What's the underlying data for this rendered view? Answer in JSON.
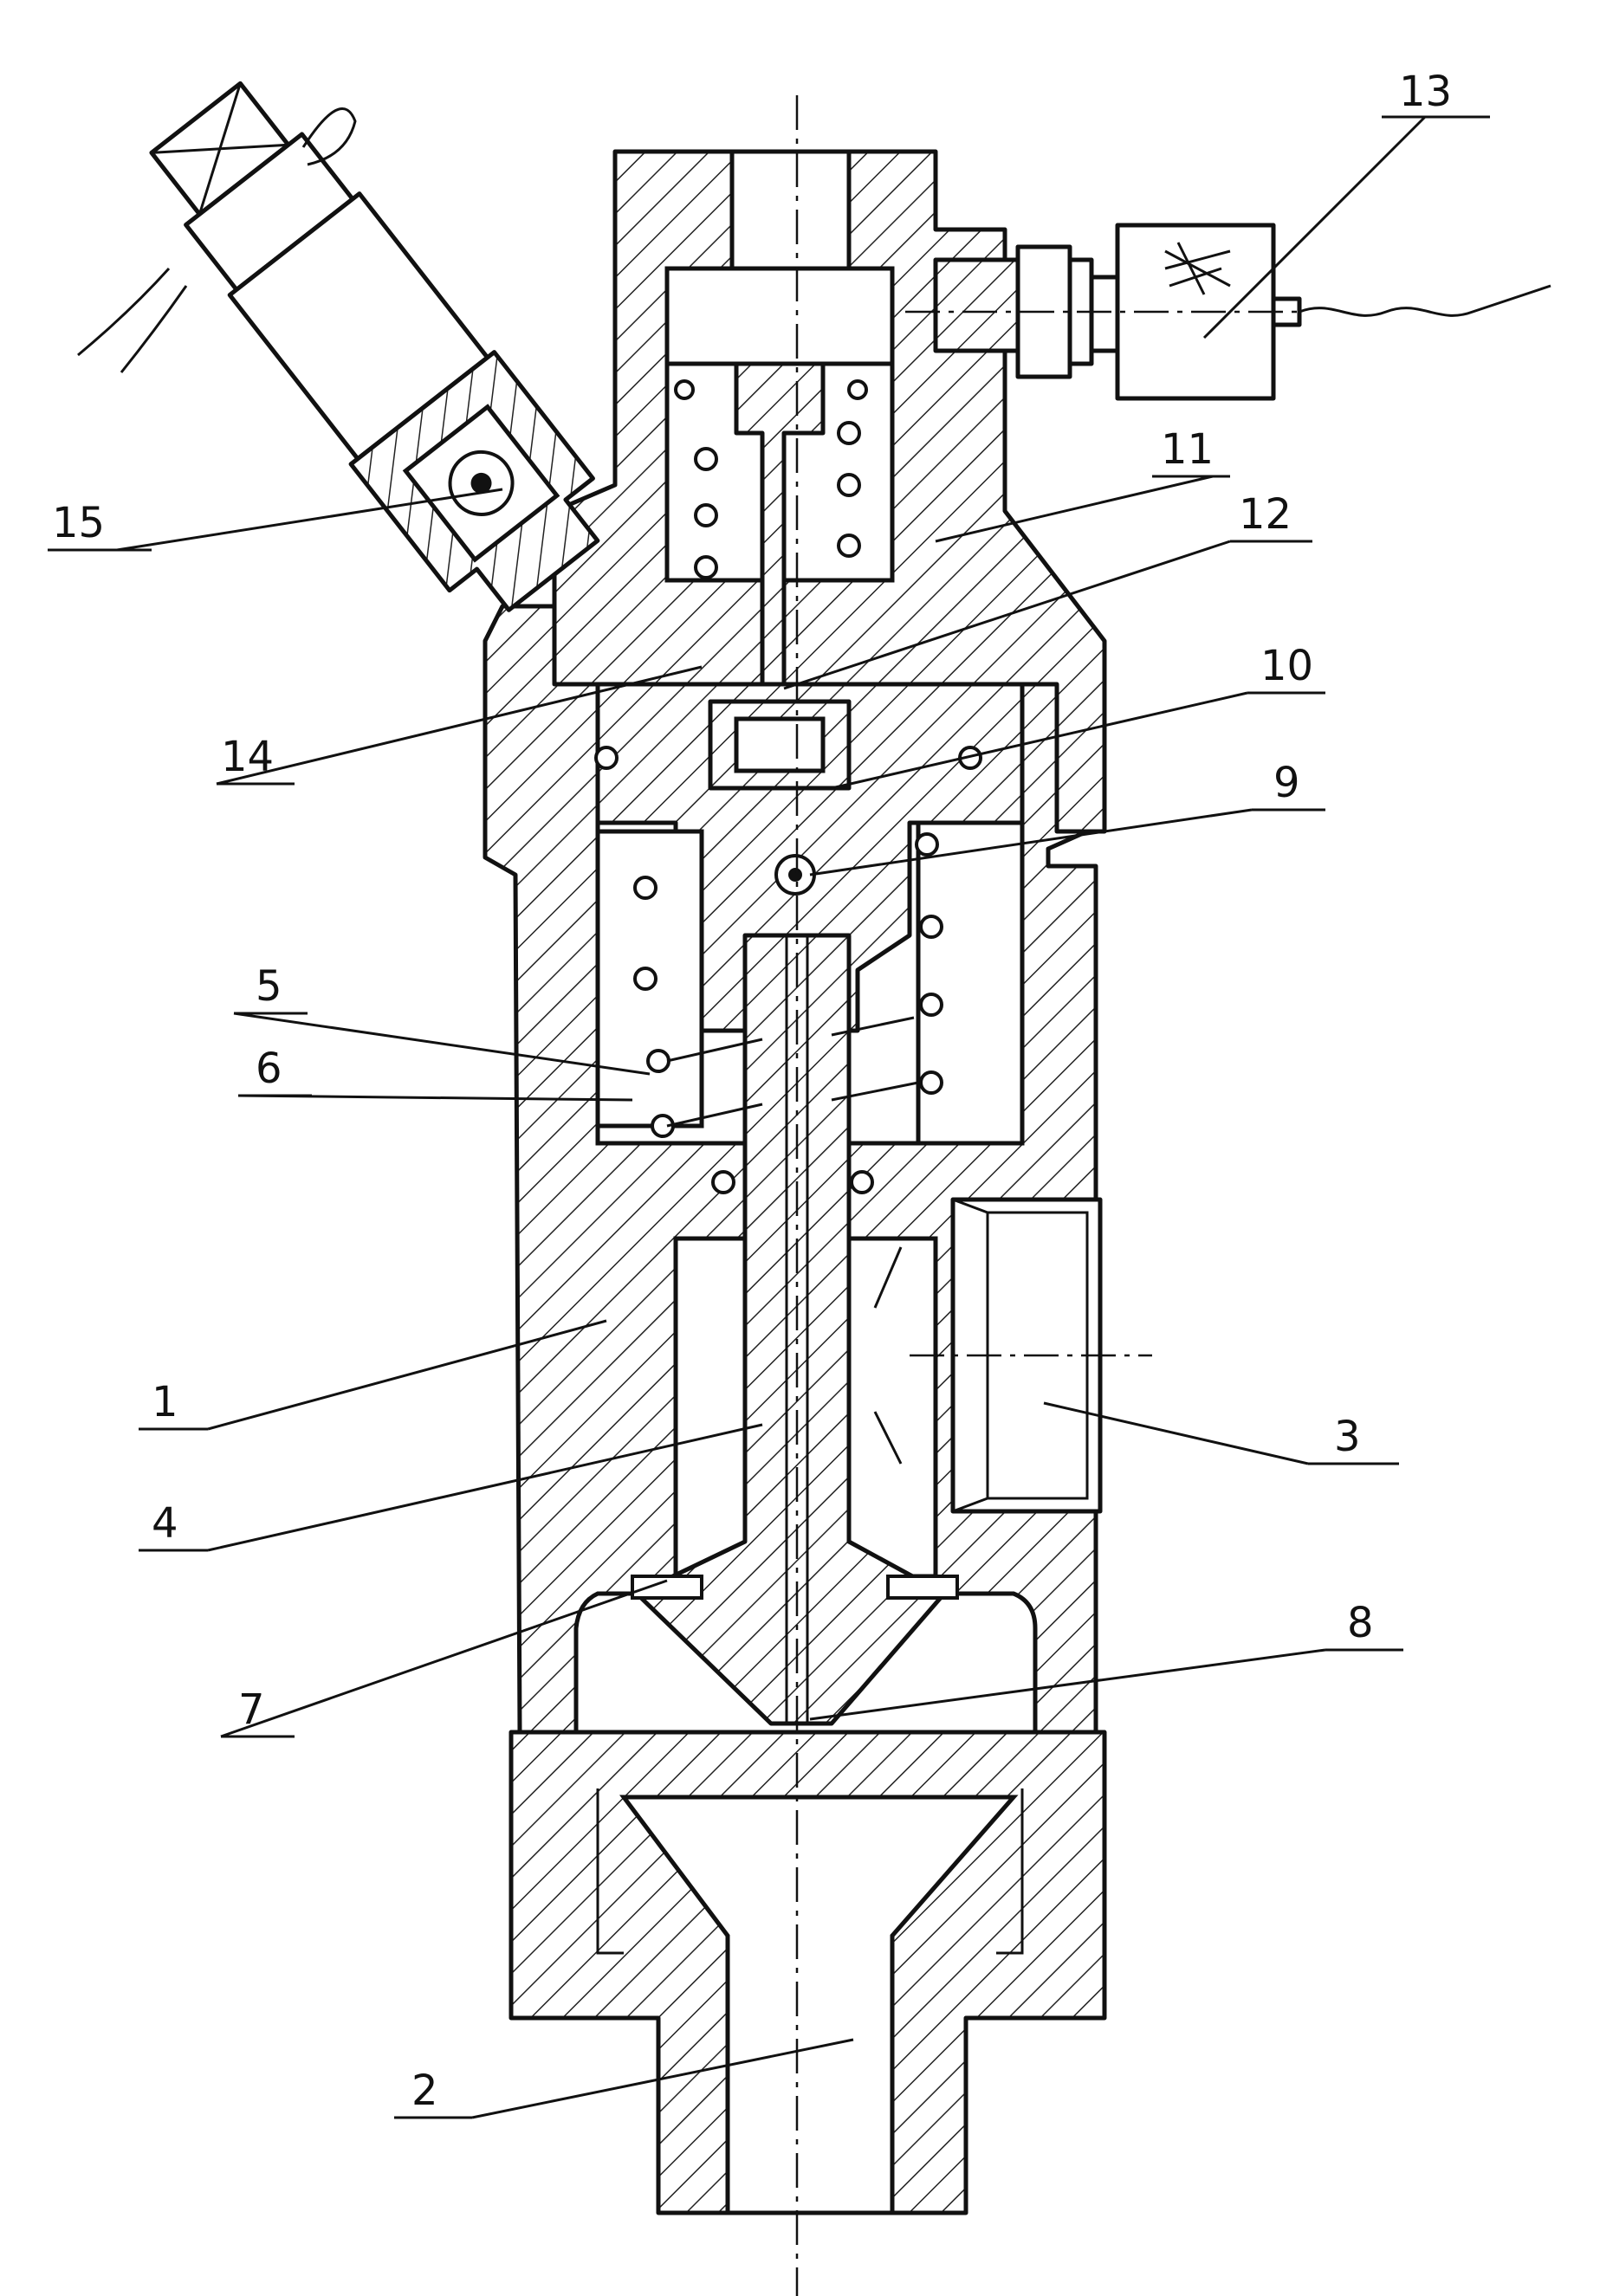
{
  "diagram": {
    "callouts": [
      {
        "id": "13",
        "text": "13"
      },
      {
        "id": "11",
        "text": "11"
      },
      {
        "id": "12",
        "text": "12"
      },
      {
        "id": "15",
        "text": "15"
      },
      {
        "id": "10",
        "text": "10"
      },
      {
        "id": "14",
        "text": "14"
      },
      {
        "id": "9",
        "text": "9"
      },
      {
        "id": "5",
        "text": "5"
      },
      {
        "id": "6",
        "text": "6"
      },
      {
        "id": "1",
        "text": "1"
      },
      {
        "id": "3",
        "text": "3"
      },
      {
        "id": "4",
        "text": "4"
      },
      {
        "id": "8",
        "text": "8"
      },
      {
        "id": "7",
        "text": "7"
      },
      {
        "id": "2",
        "text": "2"
      }
    ]
  }
}
